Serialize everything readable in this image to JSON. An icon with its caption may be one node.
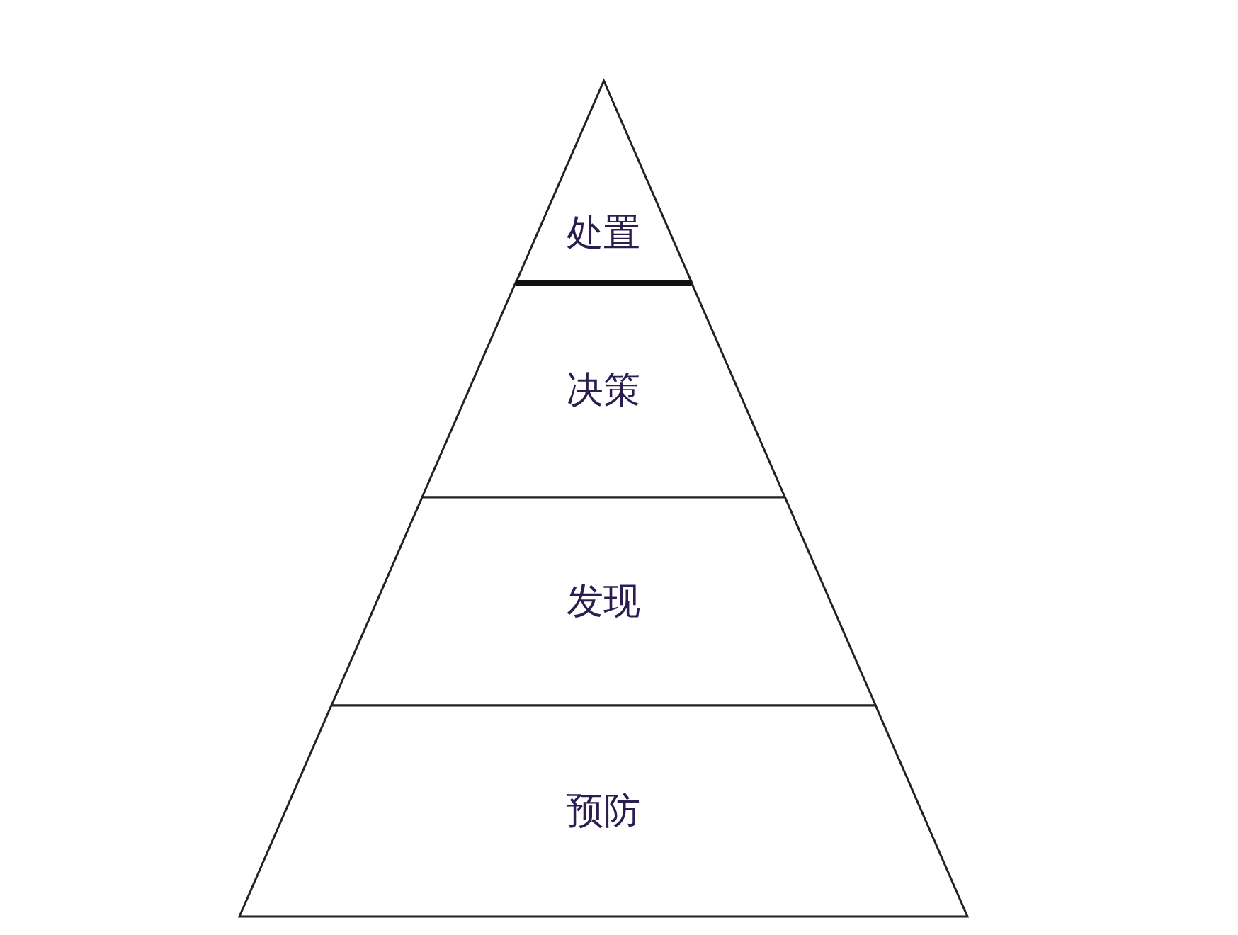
{
  "diagram": {
    "nodes": [
      {
        "text": [
          "处置"
        ]
      },
      {
        "text": [
          "决策"
        ]
      },
      {
        "text": [
          "发现"
        ]
      },
      {
        "text": [
          "预防"
        ]
      }
    ]
  }
}
